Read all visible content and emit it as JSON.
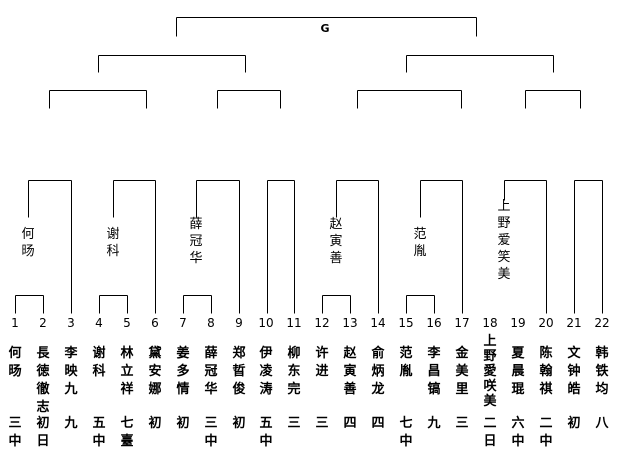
{
  "final_label": "G",
  "players": [
    {
      "num": "1",
      "name": "何旸",
      "rank": "三中"
    },
    {
      "num": "2",
      "name": "長徳徹志",
      "rank": "初日"
    },
    {
      "num": "3",
      "name": "李映九",
      "rank": "九"
    },
    {
      "num": "4",
      "name": "谢科",
      "rank": "五中"
    },
    {
      "num": "5",
      "name": "林立祥",
      "rank": "七臺"
    },
    {
      "num": "6",
      "name": "黛安娜",
      "rank": "初"
    },
    {
      "num": "7",
      "name": "姜多情",
      "rank": "初"
    },
    {
      "num": "8",
      "name": "薛冠华",
      "rank": "三中"
    },
    {
      "num": "9",
      "name": "郑晢俊",
      "rank": "初"
    },
    {
      "num": "10",
      "name": "伊凌涛",
      "rank": "五中"
    },
    {
      "num": "11",
      "name": "柳东完",
      "rank": "三"
    },
    {
      "num": "12",
      "name": "许进",
      "rank": "三"
    },
    {
      "num": "13",
      "name": "赵寅善",
      "rank": "四"
    },
    {
      "num": "14",
      "name": "俞炳龙",
      "rank": "四"
    },
    {
      "num": "15",
      "name": "范胤",
      "rank": "七中"
    },
    {
      "num": "16",
      "name": "李昌镐",
      "rank": "九"
    },
    {
      "num": "17",
      "name": "金美里",
      "rank": "三"
    },
    {
      "num": "18",
      "name": "上野愛咲美",
      "rank": "二日"
    },
    {
      "num": "19",
      "name": "夏晨琨",
      "rank": "六中"
    },
    {
      "num": "20",
      "name": "陈翰祺",
      "rank": "二中"
    },
    {
      "num": "21",
      "name": "文钟皓",
      "rank": "初"
    },
    {
      "num": "22",
      "name": "韩铁均",
      "rank": "八"
    }
  ],
  "group_winners": [
    "何旸",
    "谢科",
    "薛冠华",
    "赵寅善",
    "范胤",
    "上野爱笑美"
  ]
}
